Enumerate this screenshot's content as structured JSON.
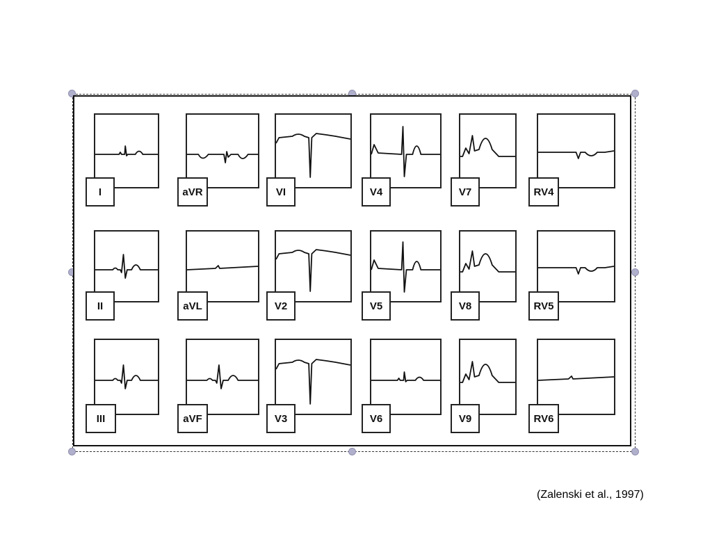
{
  "figure": {
    "leads": [
      {
        "label": "I",
        "trace": "normal-small"
      },
      {
        "label": "aVR",
        "trace": "inverted"
      },
      {
        "label": "VI",
        "trace": "deep-s"
      },
      {
        "label": "V4",
        "trace": "biphasic"
      },
      {
        "label": "V7",
        "trace": "st-elevation"
      },
      {
        "label": "RV4",
        "trace": "flat-inverted"
      },
      {
        "label": "II",
        "trace": "normal"
      },
      {
        "label": "aVL",
        "trace": "flat"
      },
      {
        "label": "V2",
        "trace": "deep-s"
      },
      {
        "label": "V5",
        "trace": "biphasic"
      },
      {
        "label": "V8",
        "trace": "st-elevation"
      },
      {
        "label": "RV5",
        "trace": "flat-inverted"
      },
      {
        "label": "III",
        "trace": "normal"
      },
      {
        "label": "aVF",
        "trace": "normal"
      },
      {
        "label": "V3",
        "trace": "deep-s"
      },
      {
        "label": "V6",
        "trace": "normal-small"
      },
      {
        "label": "V9",
        "trace": "st-elevation"
      },
      {
        "label": "RV6",
        "trace": "flat"
      }
    ]
  },
  "citation": "(Zalenski et al., 1997)",
  "colors": {
    "trace": "#111111",
    "handle": "#b0b0cc"
  }
}
